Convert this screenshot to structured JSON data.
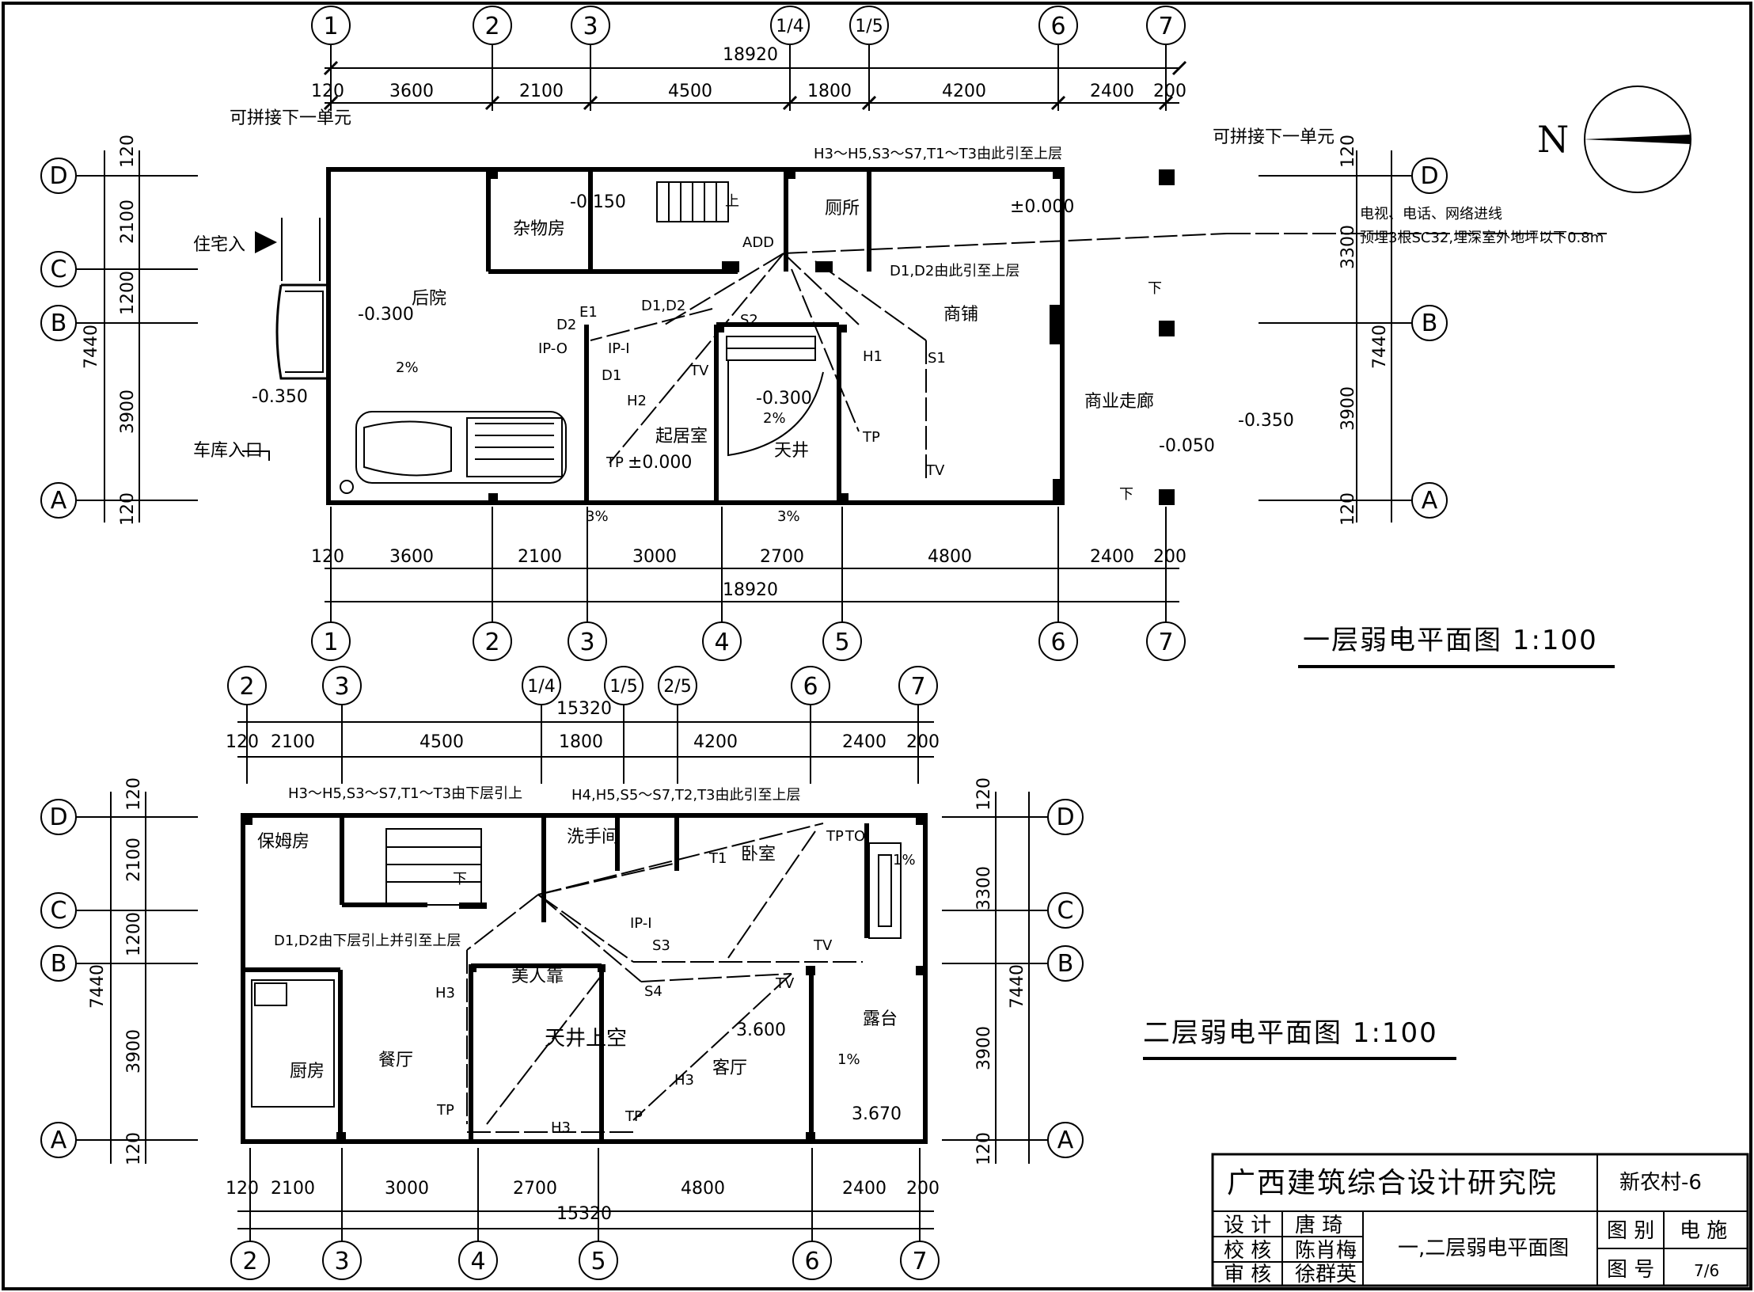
{
  "titles": {
    "plan1": "一层弱电平面图  1:100",
    "plan2": "二层弱电平面图  1:100"
  },
  "north": "N",
  "plan1": {
    "axes_top": [
      "1",
      "2",
      "3",
      "1/4",
      "1/5",
      "6",
      "7"
    ],
    "axes_bottom": [
      "1",
      "2",
      "3",
      "4",
      "5",
      "6",
      "7"
    ],
    "axes_rows": [
      "D",
      "C",
      "B",
      "A"
    ],
    "total_width": "18920",
    "dims_top": [
      "120",
      "3600",
      "2100",
      "4500",
      "1800",
      "4200",
      "2400",
      "200"
    ],
    "dims_bottom": [
      "120",
      "3600",
      "2100",
      "3000",
      "2700",
      "4800",
      "2400",
      "200"
    ],
    "dims_left": [
      "120",
      "2100",
      "1200",
      "3900",
      "120"
    ],
    "dims_right": [
      "120",
      "3300",
      "3900",
      "120"
    ],
    "depth": "7440",
    "rooms": {
      "backyard": "后院",
      "storage": "杂物房",
      "toilet": "厕所",
      "shop": "商铺",
      "living": "起居室",
      "patio": "天井",
      "corridor": "商业走廊"
    },
    "levels": [
      "-0.150",
      "±0.000",
      "-0.300",
      "-0.350",
      "-0.300",
      "±0.000",
      "-0.050",
      "-0.350"
    ],
    "slopes": [
      "2%",
      "2%",
      "3%",
      "3%"
    ],
    "labels": {
      "connect_left": "可拼接下一单元",
      "connect_right": "可拼接下一单元",
      "entrance": "住宅入",
      "garage": "车库入口",
      "up": "上",
      "down1": "下",
      "down2": "下",
      "riser_note": "H3～H5,S3～S7,T1～T3由此引至上层",
      "d1d2_note": "D1,D2由此引至上层",
      "incoming_note1": "电视、电话、网络进线",
      "incoming_note2": "预埋3根SC32,埋深室外地坪以下0.8m",
      "add": "ADD",
      "d1d2": "D1,D2",
      "d2": "D2",
      "d1": "D1",
      "e1": "E1",
      "ipo": "IP-O",
      "ipi": "IP-I",
      "s2": "S2",
      "h2": "H2",
      "h1": "H1",
      "s1": "S1",
      "tv": "TV",
      "tp": "TP"
    }
  },
  "plan2": {
    "axes_top": [
      "2",
      "3",
      "1/4",
      "1/5",
      "2/5",
      "6",
      "7"
    ],
    "axes_bottom": [
      "2",
      "3",
      "4",
      "5",
      "6",
      "7"
    ],
    "axes_rows": [
      "D",
      "C",
      "B",
      "A"
    ],
    "total_width": "15320",
    "dims_top": [
      "120",
      "2100",
      "4500",
      "1800",
      "4200",
      "2400",
      "200"
    ],
    "dims_bottom": [
      "120",
      "2100",
      "3000",
      "2700",
      "4800",
      "2400",
      "200"
    ],
    "dims_left": [
      "120",
      "2100",
      "1200",
      "3900",
      "120"
    ],
    "dims_right": [
      "120",
      "3300",
      "3900",
      "120"
    ],
    "depth": "7440",
    "rooms": {
      "nanny": "保姆房",
      "washroom": "洗手间",
      "bedroom": "卧室",
      "bench": "美人靠",
      "kitchen": "厨房",
      "dining": "餐厅",
      "void": "天井上空",
      "living": "客厅",
      "terrace": "露台"
    },
    "levels": [
      "3.600",
      "3.670"
    ],
    "slopes": [
      "1%",
      "1%"
    ],
    "labels": {
      "riser_from_below": "H3～H5,S3～S7,T1～T3由下层引上",
      "riser_up": "H4,H5,S5～S7,T2,T3由此引至上层",
      "d1d2_note": "D1,D2由下层引上并引至上层",
      "ipi": "IP-I",
      "t1": "T1",
      "s3": "S3",
      "s4": "S4",
      "h3": "H3",
      "tv": "TV",
      "tp": "TP",
      "to": "TO",
      "down": "下"
    }
  },
  "titleblock": {
    "institute": "广西建筑综合设计研究院",
    "project": "新农村-6",
    "design_label": "设 计",
    "design_name": "唐 琦",
    "check_label": "校 核",
    "check_name": "陈肖梅",
    "review_label": "审 核",
    "review_name": "徐群英",
    "drawing_name": "一,二层弱电平面图",
    "category_label": "图 别",
    "category_value": "电 施",
    "number_label": "图 号",
    "number_value": "7/6"
  }
}
